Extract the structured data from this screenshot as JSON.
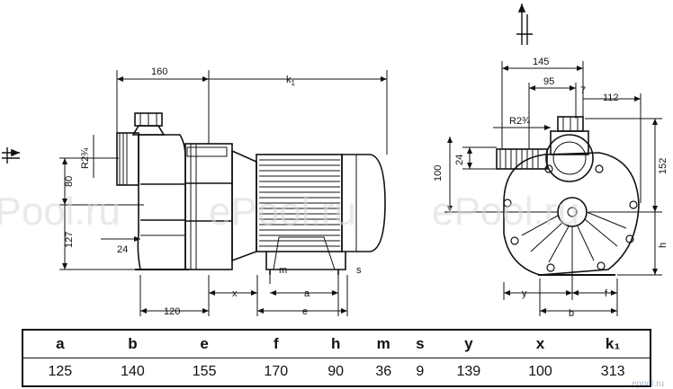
{
  "watermark": "ePool.ru",
  "watermark_small": "epool.ru",
  "labels": {
    "dim_160": "160",
    "dim_k1": "k",
    "dim_k1_sub": "1",
    "dim_r234_left": "R2¾",
    "dim_80": "80",
    "dim_127": "127",
    "dim_24_left": "24",
    "dim_120": "120",
    "dim_x": "x",
    "dim_m": "m",
    "dim_a": "a",
    "dim_s": "s",
    "dim_e": "e",
    "dim_145": "145",
    "dim_95": "95",
    "dim_7": "7",
    "dim_112": "112",
    "dim_r234_right": "R2¾",
    "dim_24_right": "24",
    "dim_100": "100",
    "dim_152": "152",
    "dim_h": "h",
    "dim_y": "y",
    "dim_f": "f",
    "dim_b": "b"
  },
  "table": {
    "headers": [
      "a",
      "b",
      "e",
      "f",
      "h",
      "m",
      "s",
      "y",
      "x",
      "k₁"
    ],
    "values": [
      "125",
      "140",
      "155",
      "170",
      "90",
      "36",
      "9",
      "139",
      "100",
      "313"
    ]
  }
}
